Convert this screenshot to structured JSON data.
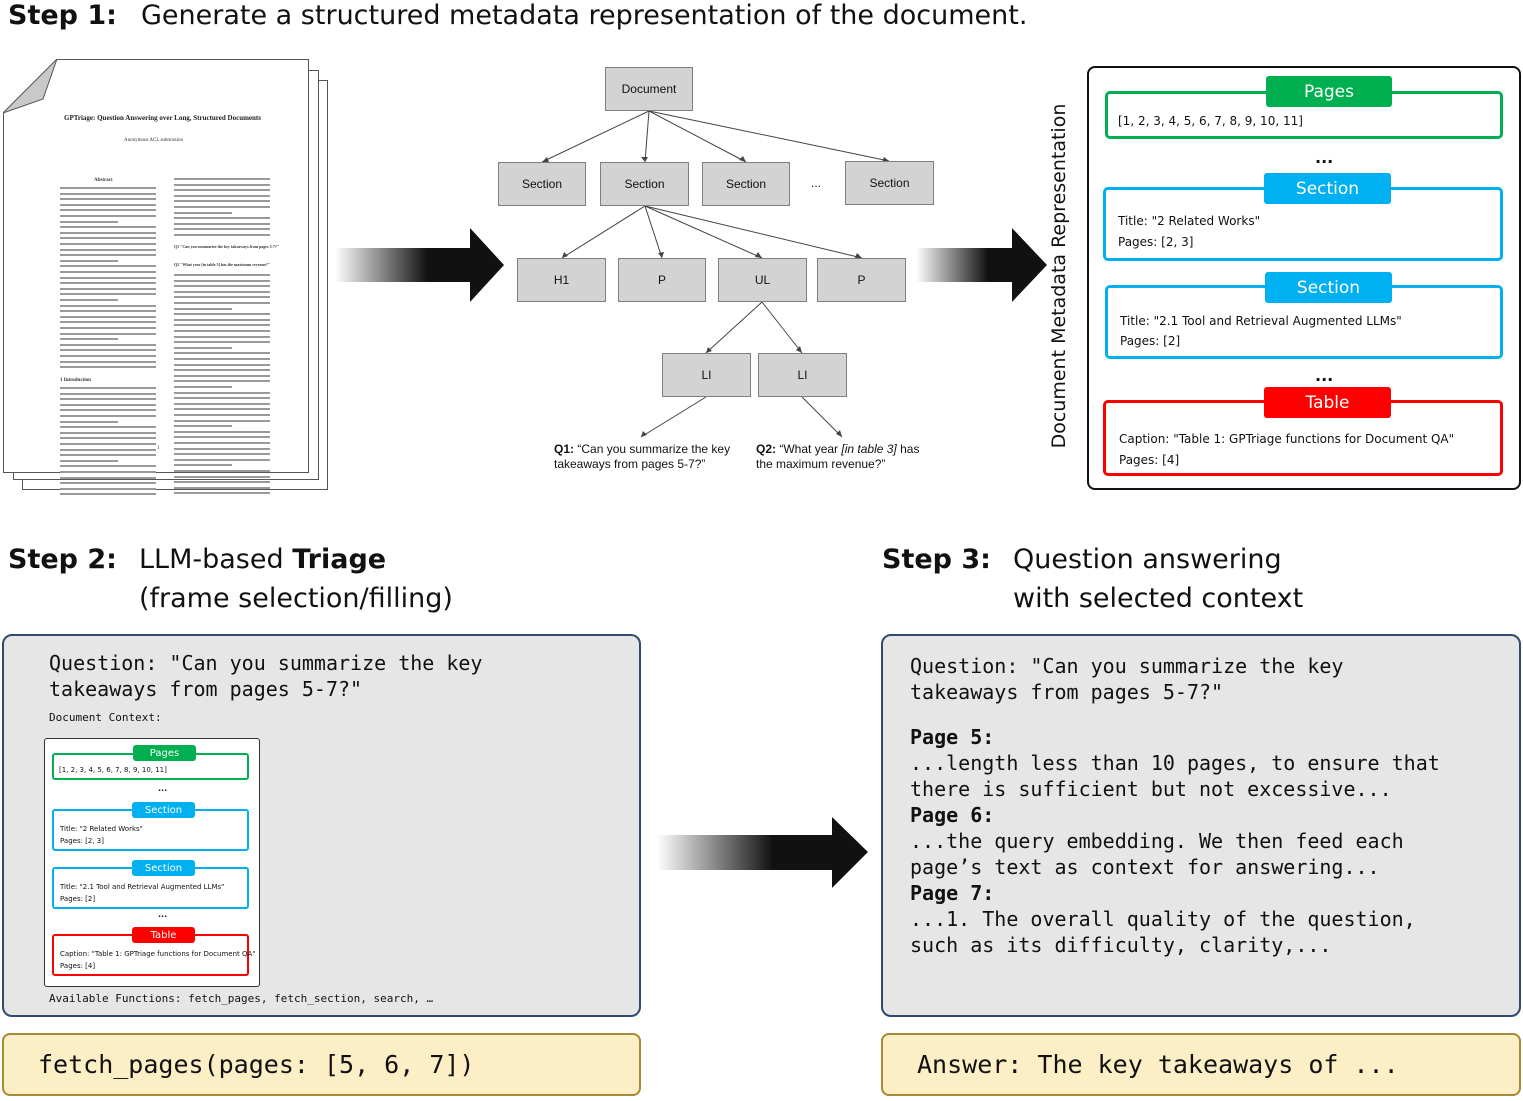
{
  "step1": {
    "label": "Step 1:",
    "title": "Generate a structured metadata representation of the document."
  },
  "paper": {
    "title": "GPTriage: Question Answering over Long, Structured Documents",
    "authors": "Anonymous ACL submission",
    "abstract_heading": "Abstract",
    "intro_heading": "1   Introduction",
    "q1": "Q1 \"Can you summarize the key takeaways from pages 5-7?\"",
    "q2": "Q2 \"What year [in table 3] has the maximum revenue?\"",
    "page_number": "1"
  },
  "tree": {
    "root": "Document",
    "sections": [
      "Section",
      "Section",
      "Section",
      "Section"
    ],
    "ellipsis": "...",
    "children": [
      "H1",
      "P",
      "UL",
      "P"
    ],
    "list_items": [
      "LI",
      "LI"
    ],
    "q1_label": "Q1:",
    "q1_text": "“Can you summarize the key takeaways from pages 5-7?”",
    "q2_label": "Q2:",
    "q2_pre": "“What year",
    "q2_italic": "[in table 3]",
    "q2_post": "has the maximum revenue?”"
  },
  "metadata": {
    "vertical_label": "Document Metadata Representation",
    "ellipsis": "...",
    "pages_tag": "Pages",
    "pages_list": "[1, 2, 3, 4, 5, 6, 7, 8, 9, 10, 11]",
    "section1_tag": "Section",
    "section1_title": "Title: \"2 Related Works\"",
    "section1_pages": "Pages: [2, 3]",
    "section2_tag": "Section",
    "section2_title": "Title: \"2.1 Tool and Retrieval Augmented LLMs\"",
    "section2_pages": "Pages: [2]",
    "table_tag": "Table",
    "table_caption": "Caption: \"Table 1: GPTriage functions for Document QA\"",
    "table_pages": "Pages: [4]"
  },
  "step2": {
    "label": "Step 2:",
    "line1_pre": "LLM-based ",
    "line1_bold": "Triage",
    "line2": "(frame selection/filling)",
    "question_line1": "Question: \"Can you summarize the key",
    "question_line2": "takeaways from pages 5-7?\"",
    "context_label": "Document Context:",
    "functions": "Available Functions: fetch_pages, fetch_section, search, …",
    "output": "fetch_pages(pages: [5, 6, 7])"
  },
  "step3": {
    "label": "Step 3:",
    "line1": "Question answering",
    "line2": "with selected context",
    "question_line1": "Question: \"Can you summarize the key",
    "question_line2": "takeaways from pages 5-7?\"",
    "page5_label": "Page 5:",
    "page5_line1": "...length less than 10 pages, to ensure that",
    "page5_line2": "there is sufficient but not excessive...",
    "page6_label": "Page 6:",
    "page6_line1": "...the query embedding. We then feed each",
    "page6_line2": "page’s text as context for answering...",
    "page7_label": "Page 7:",
    "page7_line1": "...1. The overall quality of the question,",
    "page7_line2": "such as its difficulty, clarity,...",
    "output": "Answer: The key takeaways of ..."
  },
  "colors": {
    "pages_green": "#00b050",
    "section_blue": "#00b0f0",
    "table_red": "#ff0000",
    "box_gray": "#e6e6e6",
    "output_yellow": "#fcefc6",
    "node_gray": "#d3d3d3"
  }
}
